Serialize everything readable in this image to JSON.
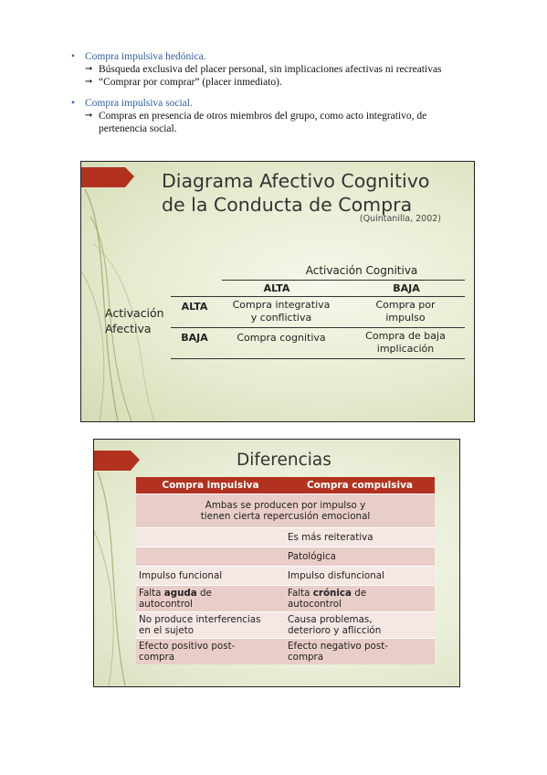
{
  "bullets": [
    {
      "title": "Compra impulsiva hedónica.",
      "subs": [
        "Búsqueda exclusiva del placer personal, sin implicaciones afectivas ni recreativas",
        "“Comprar por comprar” (placer inmediato)."
      ]
    },
    {
      "title": "Compra impulsiva social.",
      "subs": [
        "Compras en presencia de otros miembros del grupo, como acto integrativo, de",
        "pertenencia social."
      ]
    }
  ],
  "slide1": {
    "title_line1": "Diagrama Afectivo Cognitivo",
    "title_line2": "de la Conducta de Compra",
    "citation": "(Quintanilla, 2002)",
    "header": "Activación Cognitiva",
    "col_alta": "ALTA",
    "col_baja": "BAJA",
    "row_label_line1": "Activación",
    "row_label_line2": "Afectiva",
    "row_alta": "ALTA",
    "row_baja": "BAJA",
    "cell_aa_1": "Compra integrativa",
    "cell_aa_2": "y conflictiva",
    "cell_ab_1": "Compra por",
    "cell_ab_2": "impulso",
    "cell_ba": "Compra cognitiva",
    "cell_bb_1": "Compra de baja",
    "cell_bb_2": "implicación"
  },
  "slide2": {
    "title": "Diferencias",
    "col1": "Compra impulsiva",
    "col2": "Compra compulsiva",
    "common_1": "Ambas se producen por impulso y",
    "common_2": "tienen cierta repercusión emocional",
    "r2_right": "Es más reiterativa",
    "r3_right": "Patológica",
    "r4_left": "Impulso funcional",
    "r4_right": "Impulso disfuncional",
    "r5_left_a": "Falta ",
    "r5_left_b": "aguda",
    "r5_left_c": " de",
    "r5_left_d": "autocontrol",
    "r5_right_a": "Falta ",
    "r5_right_b": "crónica",
    "r5_right_c": " de",
    "r5_right_d": "autocontrol",
    "r6_left_1": "No produce interferencias",
    "r6_left_2": "en el sujeto",
    "r6_right_1": "Causa problemas,",
    "r6_right_2": "deterioro y aflicción",
    "r7_left_1": "Efecto positivo post-",
    "r7_left_2": "compra",
    "r7_right_1": "Efecto negativo post-",
    "r7_right_2": "compra"
  },
  "colors": {
    "accent_red": "#b3321f",
    "bullet_blue": "#2f5fa8"
  }
}
